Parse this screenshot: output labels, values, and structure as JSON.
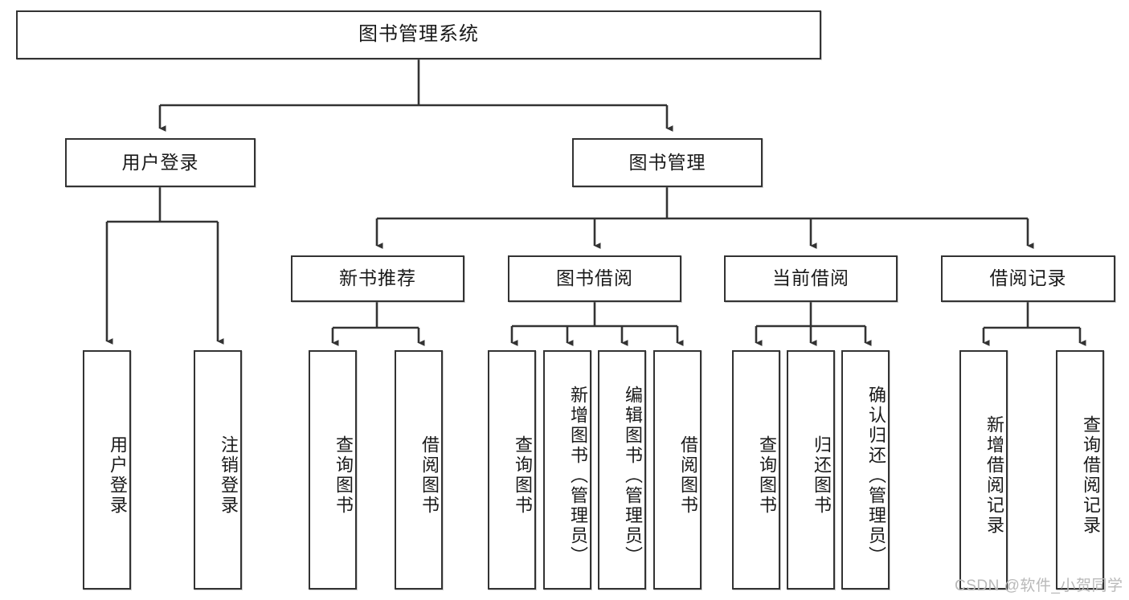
{
  "diagram": {
    "title": "图书管理系统",
    "type": "tree-hierarchy",
    "watermark": "CSDN @软件_小贺同学",
    "colors": {
      "box_border": "#333333",
      "box_fill": "#ffffff",
      "text": "#1a1a1a",
      "connector": "#333333",
      "watermark": "#b9b9b9",
      "background": "#ffffff"
    },
    "root": {
      "label": "图书管理系统",
      "children": [
        {
          "label": "用户登录",
          "children": [
            {
              "label": "用户登录"
            },
            {
              "label": "注销登录"
            }
          ]
        },
        {
          "label": "图书管理",
          "children": [
            {
              "label": "新书推荐",
              "children": [
                {
                  "label": "查询图书"
                },
                {
                  "label": "借阅图书"
                }
              ]
            },
            {
              "label": "图书借阅",
              "children": [
                {
                  "label": "查询图书"
                },
                {
                  "label": "新增图书（管理员）"
                },
                {
                  "label": "编辑图书（管理员）"
                },
                {
                  "label": "借阅图书"
                }
              ]
            },
            {
              "label": "当前借阅",
              "children": [
                {
                  "label": "查询图书"
                },
                {
                  "label": "归还图书"
                },
                {
                  "label": "确认归还（管理员）"
                }
              ]
            },
            {
              "label": "借阅记录",
              "children": [
                {
                  "label": "新增借阅记录"
                },
                {
                  "label": "查询借阅记录"
                }
              ]
            }
          ]
        }
      ]
    },
    "nodes": {
      "root": "图书管理系统",
      "l2_user_login": "用户登录",
      "l2_book_mgmt": "图书管理",
      "l3_new_book_rec": "新书推荐",
      "l3_book_borrow": "图书借阅",
      "l3_current_borrow": "当前借阅",
      "l3_borrow_record": "借阅记录",
      "leaf_user_login": "用户登录",
      "leaf_logout": "注销登录",
      "leaf_nbr_query": "查询图书",
      "leaf_nbr_borrow": "借阅图书",
      "leaf_bb_query": "查询图书",
      "leaf_bb_add": "新增图书（管理员）",
      "leaf_bb_edit": "编辑图书（管理员）",
      "leaf_bb_borrow": "借阅图书",
      "leaf_cb_query": "查询图书",
      "leaf_cb_return": "归还图书",
      "leaf_cb_confirm": "确认归还（管理员）",
      "leaf_br_add": "新增借阅记录",
      "leaf_br_query": "查询借阅记录"
    }
  }
}
